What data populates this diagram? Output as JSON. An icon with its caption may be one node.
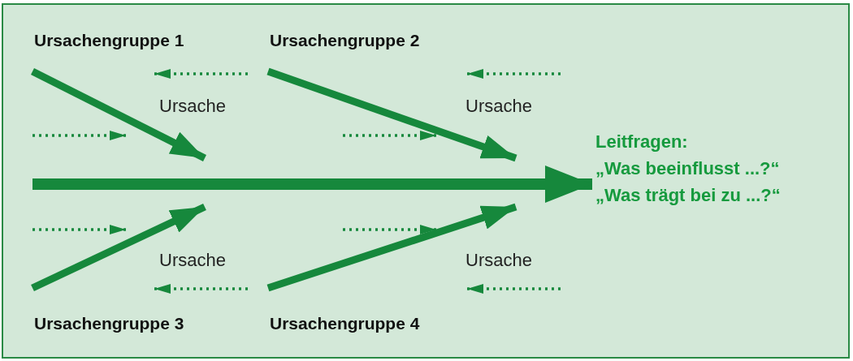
{
  "diagram": {
    "nodes": [
      {
        "text": [
          "Ursachengruppe 1"
        ]
      },
      {
        "text": [
          "Ursachengruppe 2"
        ]
      },
      {
        "text": [
          "Leitfragen:",
          "„Was beeinflusst ...?“",
          "„Was trägt bei zu ...?“"
        ]
      },
      {
        "text": [
          "Ursachengruppe 3"
        ]
      },
      {
        "text": [
          "Ursachengruppe 4"
        ]
      }
    ],
    "edges": [
      {
        "from": 0,
        "to": null,
        "arrow": "to"
      },
      {
        "from": 1,
        "to": null,
        "arrow": "to"
      },
      {
        "from": null,
        "to": 2,
        "arrow": "to"
      },
      {
        "from": 3,
        "to": null,
        "arrow": "to"
      },
      {
        "from": 4,
        "to": null,
        "arrow": "to"
      }
    ],
    "labels": [
      "Ursache",
      "Ursache",
      "Ursache",
      "Ursache"
    ]
  }
}
